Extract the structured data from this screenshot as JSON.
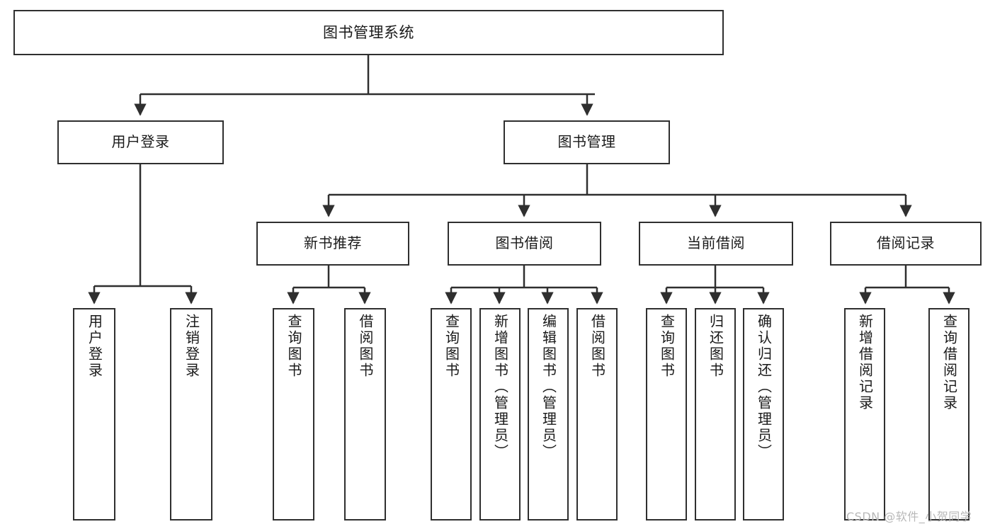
{
  "diagram": {
    "type": "hierarchy-tree",
    "title": "图书管理系统",
    "background_color": "#ffffff",
    "line_color": "#2f2f2f",
    "text_color": "#1a1a1a",
    "root": {
      "id": "root",
      "label": "图书管理系统"
    },
    "level2": [
      {
        "id": "user-login",
        "label": "用户登录"
      },
      {
        "id": "book-manage",
        "label": "图书管理"
      }
    ],
    "level3": [
      {
        "id": "new-book-rec",
        "label": "新书推荐",
        "parent": "book-manage"
      },
      {
        "id": "book-borrow",
        "label": "图书借阅",
        "parent": "book-manage"
      },
      {
        "id": "current-borrow",
        "label": "当前借阅",
        "parent": "book-manage"
      },
      {
        "id": "borrow-record",
        "label": "借阅记录",
        "parent": "book-manage"
      }
    ],
    "leaves": [
      {
        "id": "leaf-user-login",
        "label": "用户登录",
        "parent": "user-login"
      },
      {
        "id": "leaf-logout",
        "label": "注销登录",
        "parent": "user-login"
      },
      {
        "id": "leaf-query-book-1",
        "label": "查询图书",
        "parent": "new-book-rec"
      },
      {
        "id": "leaf-borrow-book-1",
        "label": "借阅图书",
        "parent": "new-book-rec"
      },
      {
        "id": "leaf-query-book-2",
        "label": "查询图书",
        "parent": "book-borrow"
      },
      {
        "id": "leaf-add-book",
        "label": "新增图书（管理员）",
        "parent": "book-borrow"
      },
      {
        "id": "leaf-edit-book",
        "label": "编辑图书（管理员）",
        "parent": "book-borrow"
      },
      {
        "id": "leaf-borrow-book-2",
        "label": "借阅图书",
        "parent": "book-borrow"
      },
      {
        "id": "leaf-query-book-3",
        "label": "查询图书",
        "parent": "current-borrow"
      },
      {
        "id": "leaf-return-book",
        "label": "归还图书",
        "parent": "current-borrow"
      },
      {
        "id": "leaf-confirm-return",
        "label": "确认归还（管理员）",
        "parent": "current-borrow"
      },
      {
        "id": "leaf-add-record",
        "label": "新增借阅记录",
        "parent": "borrow-record"
      },
      {
        "id": "leaf-query-record",
        "label": "查询借阅记录",
        "parent": "borrow-record"
      }
    ],
    "watermark": "CSDN @软件_小贺同学"
  }
}
